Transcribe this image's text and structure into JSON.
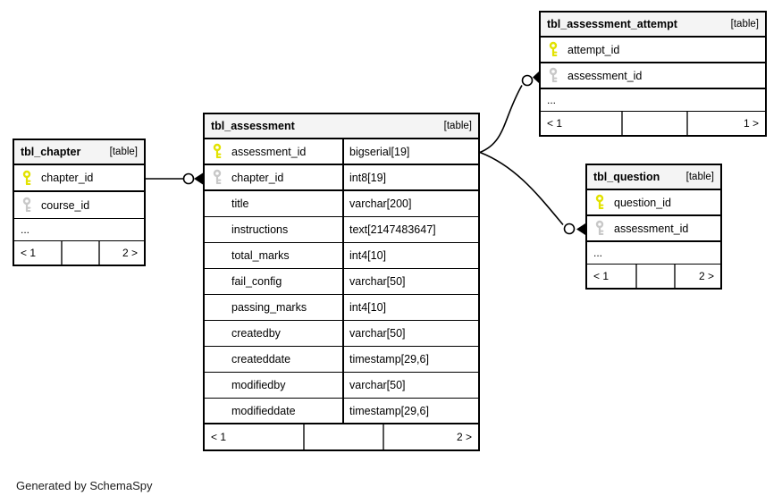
{
  "page": {
    "credit": "Generated by SchemaSpy"
  },
  "colors": {
    "primary_key": "#e2e200",
    "foreign_key": "#c8c8c8",
    "header_bg": "#f4f4f4",
    "border": "#000000"
  },
  "tables": {
    "chapter": {
      "name": "tbl_chapter",
      "badge": "[table]",
      "columns": [
        {
          "name": "chapter_id",
          "key": "primary"
        },
        {
          "name": "course_id",
          "key": "foreign"
        }
      ],
      "more_indicator": "...",
      "footer": {
        "left": "< 1",
        "middle": "",
        "right": "2 >"
      }
    },
    "assessment": {
      "name": "tbl_assessment",
      "badge": "[table]",
      "columns": [
        {
          "name": "assessment_id",
          "type": "bigserial[19]",
          "key": "primary"
        },
        {
          "name": "chapter_id",
          "type": "int8[19]",
          "key": "foreign"
        },
        {
          "name": "title",
          "type": "varchar[200]"
        },
        {
          "name": "instructions",
          "type": "text[2147483647]"
        },
        {
          "name": "total_marks",
          "type": "int4[10]"
        },
        {
          "name": "fail_config",
          "type": "varchar[50]"
        },
        {
          "name": "passing_marks",
          "type": "int4[10]"
        },
        {
          "name": "createdby",
          "type": "varchar[50]"
        },
        {
          "name": "createddate",
          "type": "timestamp[29,6]"
        },
        {
          "name": "modifiedby",
          "type": "varchar[50]"
        },
        {
          "name": "modifieddate",
          "type": "timestamp[29,6]"
        }
      ],
      "footer": {
        "left": "< 1",
        "middle": "",
        "right": "2 >"
      }
    },
    "attempt": {
      "name": "tbl_assessment_attempt",
      "badge": "[table]",
      "columns": [
        {
          "name": "attempt_id",
          "key": "primary"
        },
        {
          "name": "assessment_id",
          "key": "foreign"
        }
      ],
      "more_indicator": "...",
      "footer": {
        "left": "< 1",
        "middle": "",
        "right": "1 >"
      }
    },
    "question": {
      "name": "tbl_question",
      "badge": "[table]",
      "columns": [
        {
          "name": "question_id",
          "key": "primary"
        },
        {
          "name": "assessment_id",
          "key": "foreign"
        }
      ],
      "more_indicator": "...",
      "footer": {
        "left": "< 1",
        "middle": "",
        "right": "2 >"
      }
    }
  }
}
